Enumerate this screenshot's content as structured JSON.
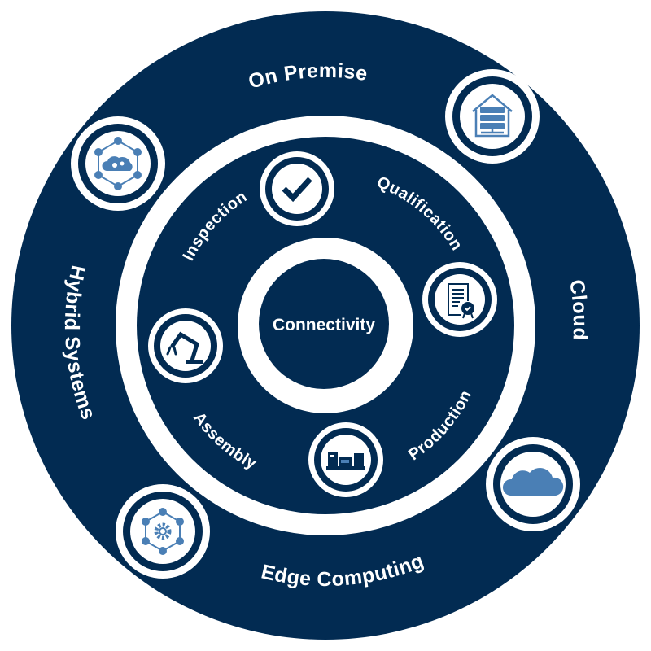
{
  "center": {
    "label": "Connectivity"
  },
  "outer_ring": [
    {
      "label": "On Premise",
      "icon": "server-house-icon"
    },
    {
      "label": "Cloud",
      "icon": "cloud-icon"
    },
    {
      "label": "Edge Computing",
      "icon": "gear-network-icon"
    },
    {
      "label": "Hybrid Systems",
      "icon": "cloud-gear-network-icon"
    }
  ],
  "inner_ring": [
    {
      "label": "Inspection",
      "icon": "checkmark-icon"
    },
    {
      "label": "Qualification",
      "icon": "certificate-icon"
    },
    {
      "label": "Production",
      "icon": "machine-icon"
    },
    {
      "label": "Assembly",
      "icon": "robot-arm-icon"
    }
  ],
  "colors": {
    "navy": "#022b52",
    "icon_blue": "#4a7fb5",
    "white": "#ffffff"
  }
}
